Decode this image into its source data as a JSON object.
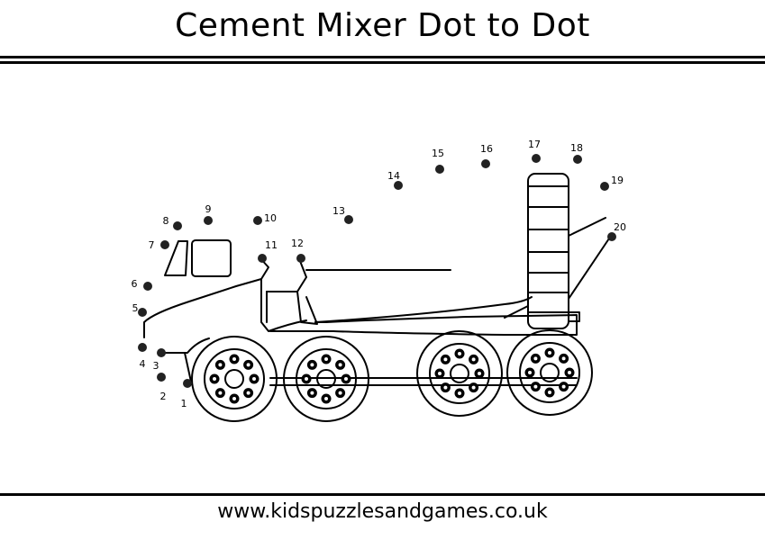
{
  "title": "Cement Mixer Dot to Dot",
  "footer": "www.kidspuzzlesandgames.co.uk",
  "dots": [
    {
      "label": "1"
    },
    {
      "label": "2"
    },
    {
      "label": "3"
    },
    {
      "label": "4"
    },
    {
      "label": "5"
    },
    {
      "label": "6"
    },
    {
      "label": "7"
    },
    {
      "label": "8"
    },
    {
      "label": "9"
    },
    {
      "label": "10"
    },
    {
      "label": "11"
    },
    {
      "label": "12"
    },
    {
      "label": "13"
    },
    {
      "label": "14"
    },
    {
      "label": "15"
    },
    {
      "label": "16"
    },
    {
      "label": "17"
    },
    {
      "label": "18"
    },
    {
      "label": "19"
    },
    {
      "label": "20"
    }
  ]
}
